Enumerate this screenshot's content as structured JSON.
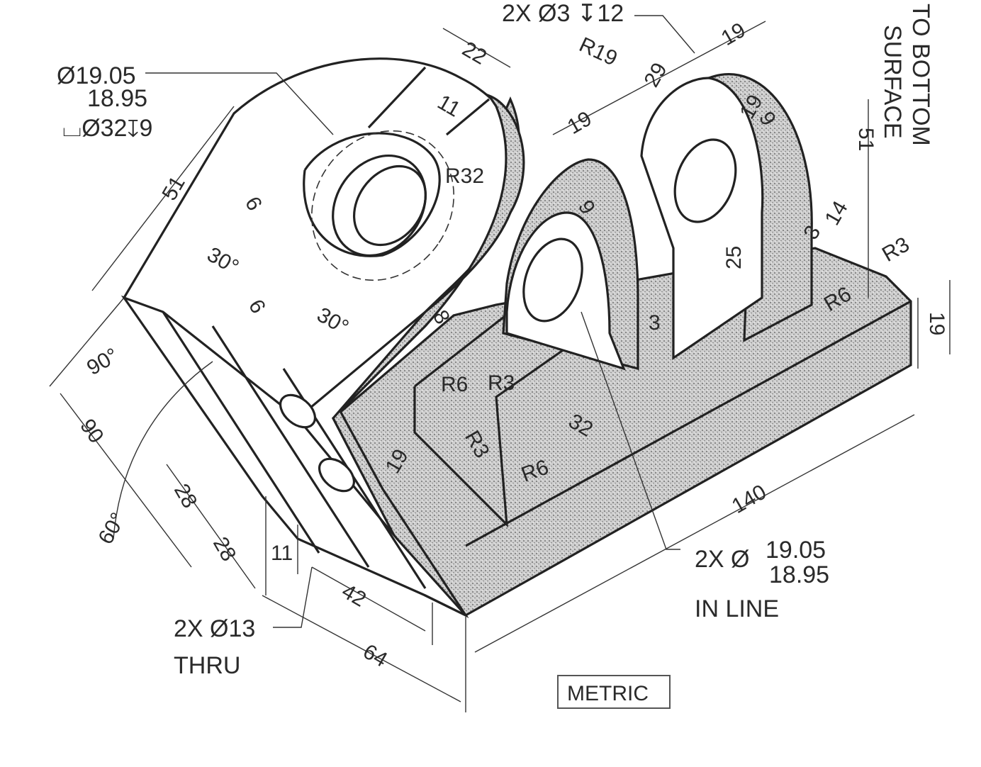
{
  "drawing": {
    "hole_spec_top": "2X Ø3 ↧12",
    "counterbore_dia_upper": "Ø19.05",
    "counterbore_dia_lower": "18.95",
    "counterbore_spec": "⌴Ø32↧9",
    "lug_hole_prefix": "2X Ø",
    "lug_hole_upper": "19.05",
    "lug_hole_lower": "18.95",
    "lug_hole_note": "IN LINE",
    "thru_hole_spec": "2X Ø13",
    "thru_hole_note": "THRU",
    "to_bottom_line1": "TO BOTTOM",
    "to_bottom_line2": "SURFACE",
    "units_badge": "METRIC"
  },
  "dimensions": {
    "d22": "22",
    "d19a": "19",
    "d19b": "19",
    "d29": "29",
    "r19": "R19",
    "r32": "R32",
    "d51_left": "51",
    "d51_right": "51",
    "d6a": "6",
    "d6b": "6",
    "a30a": "30°",
    "a30b": "30°",
    "a90": "90°",
    "d90": "90",
    "a60": "60°",
    "d28": "28",
    "d28b": "28",
    "d11a": "11",
    "d11b": "11",
    "d42": "42",
    "d64": "64",
    "d140": "140",
    "d19_side": "19",
    "d19_plate": "19",
    "d19_height": "19",
    "d14": "14",
    "d3a": "3",
    "d3b": "3",
    "d25": "25",
    "d9a": "9",
    "d9b": "9",
    "d8": "8",
    "r3a": "R3",
    "r3b": "R3",
    "r3c": "R3",
    "r6a": "R6",
    "r6b": "R6",
    "r6c": "R6",
    "d32": "32"
  }
}
